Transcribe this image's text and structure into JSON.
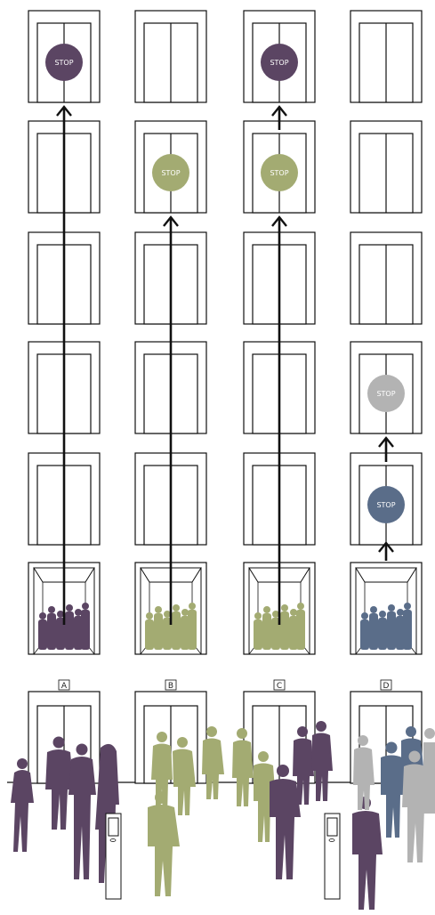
{
  "elevator_labels": [
    "A",
    "B",
    "C",
    "D"
  ],
  "stop_text": "STOP",
  "colors": {
    "purple": "#5b4563",
    "green": "#a3ab72",
    "blue": "#5a6d89",
    "gray": "#b3b3b3",
    "line": "#111111"
  },
  "shafts": [
    {
      "label": "A",
      "crowd_color": "purple",
      "arrow_to_floor": 6,
      "stops": [
        {
          "floor": 6,
          "color": "purple"
        }
      ]
    },
    {
      "label": "B",
      "crowd_color": "green",
      "arrow_to_floor": 5,
      "stops": [
        {
          "floor": 5,
          "color": "green"
        }
      ]
    },
    {
      "label": "C",
      "crowd_color": "green",
      "arrow_to_floor": 5,
      "stops": [
        {
          "floor": 5,
          "color": "green"
        },
        {
          "floor": 6,
          "color": "purple"
        }
      ],
      "extra_arrow_to_floor": 6
    },
    {
      "label": "D",
      "crowd_color": "blue",
      "arrow_to_floor": 2,
      "stops": [
        {
          "floor": 2,
          "color": "blue"
        },
        {
          "floor": 3,
          "color": "gray"
        }
      ],
      "extra_arrow_to_floor": 3
    }
  ],
  "floors": 6
}
